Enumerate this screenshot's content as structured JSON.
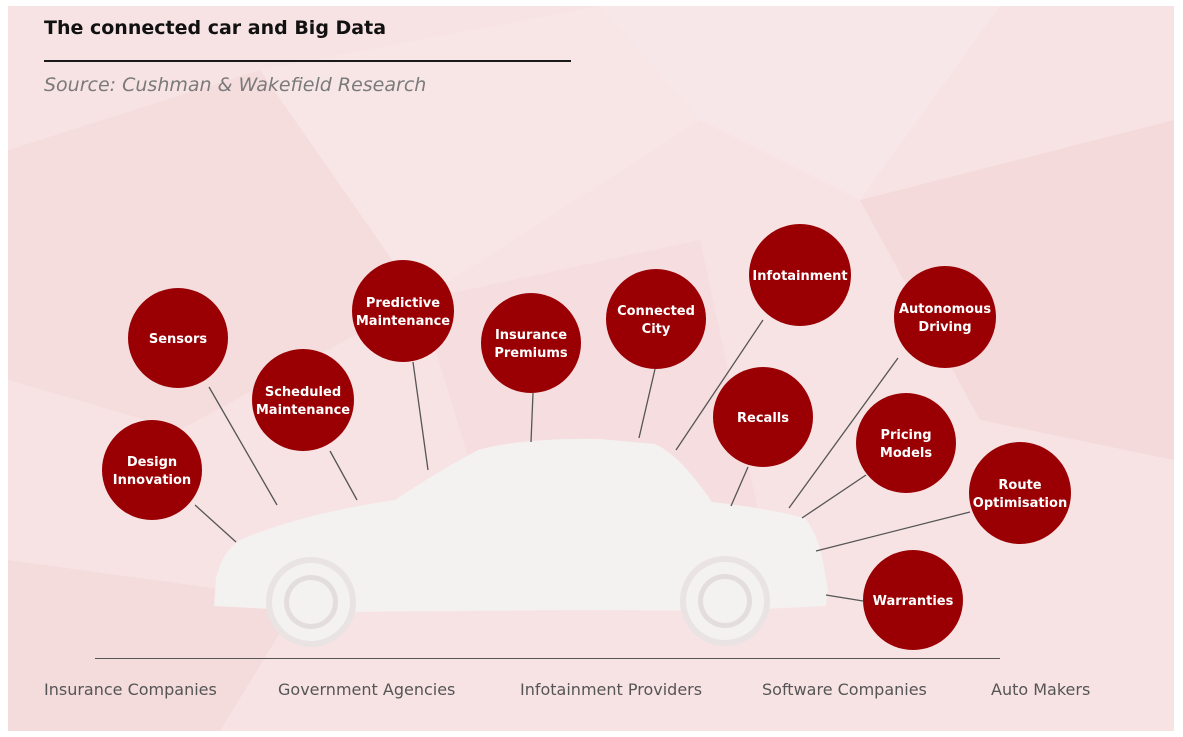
{
  "title": "The connected car and Big Data",
  "source": "Source: Cushman & Wakefield Research",
  "colors": {
    "bubble": "#9a0003",
    "car": "#f4f1f1",
    "background": "#f8e3e4",
    "leader_line": "#555555"
  },
  "bubbles": [
    {
      "id": "design-innovation",
      "lines": [
        "Design",
        "Innovation"
      ]
    },
    {
      "id": "sensors",
      "lines": [
        "Sensors"
      ]
    },
    {
      "id": "scheduled-maintenance",
      "lines": [
        "Scheduled",
        "Maintenance"
      ]
    },
    {
      "id": "predictive-maintenance",
      "lines": [
        "Predictive",
        "Maintenance"
      ]
    },
    {
      "id": "insurance-premiums",
      "lines": [
        "Insurance",
        "Premiums"
      ]
    },
    {
      "id": "connected-city",
      "lines": [
        "Connected",
        "City"
      ]
    },
    {
      "id": "infotainment",
      "lines": [
        "Infotainment"
      ]
    },
    {
      "id": "recalls",
      "lines": [
        "Recalls"
      ]
    },
    {
      "id": "autonomous-driving",
      "lines": [
        "Autonomous",
        "Driving"
      ]
    },
    {
      "id": "pricing-models",
      "lines": [
        "Pricing",
        "Models"
      ]
    },
    {
      "id": "route-optimisation",
      "lines": [
        "Route",
        "Optimisation"
      ]
    },
    {
      "id": "warranties",
      "lines": [
        "Warranties"
      ]
    }
  ],
  "stakeholders": [
    "Insurance Companies",
    "Government Agencies",
    "Infotainment Providers",
    "Software Companies",
    "Auto Makers"
  ]
}
